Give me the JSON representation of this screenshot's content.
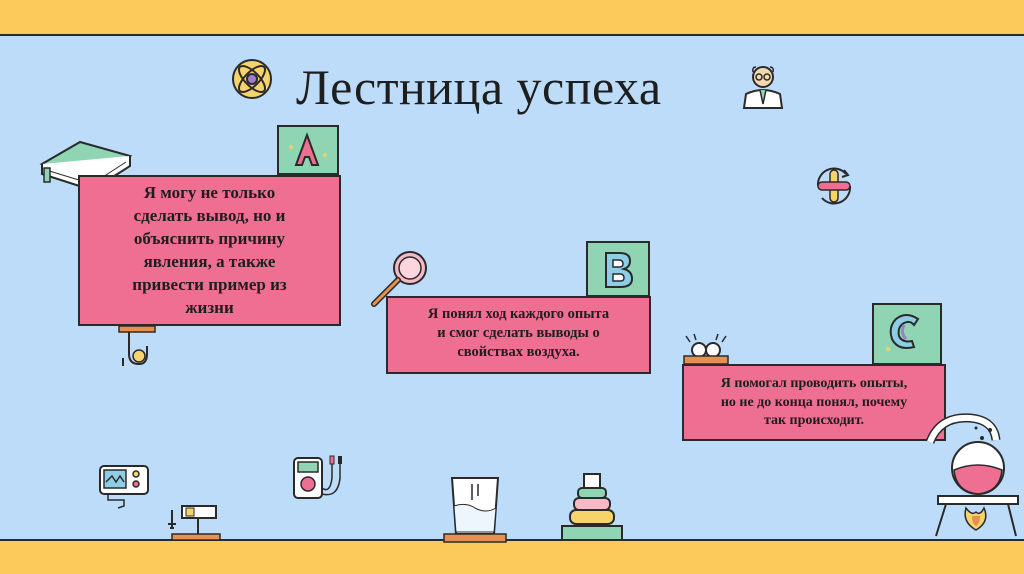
{
  "title": "Лестница успеха",
  "levels": [
    {
      "letter": "A",
      "lines": [
        "Я могу не только",
        "сделать вывод, но и",
        "объяснить причину",
        "явления, а также",
        "привести пример из",
        "жизни"
      ]
    },
    {
      "letter": "B",
      "lines": [
        "Я понял ход каждого опыта",
        "и смог сделать выводы о",
        "свойствах воздуха."
      ]
    },
    {
      "letter": "C",
      "lines": [
        "Я помогал проводить опыты,",
        "но не до конца понял, почему",
        "так происходит."
      ]
    }
  ],
  "colors": {
    "background": "#bcdcfa",
    "frame": "#fcca5a",
    "box": "#ef6f93",
    "letter_tile": "#8fd5b3"
  },
  "icons": [
    "atom-icon",
    "scientist-icon",
    "book-icon",
    "magnifier-icon",
    "rotate-icon",
    "goggles-icon",
    "beaker-stand-icon",
    "monitor-icon",
    "multimeter-icon",
    "balance-scale-icon",
    "glass-beaker-icon",
    "ring-pyramid-icon",
    "alembic-icon",
    "pipe-icon"
  ]
}
